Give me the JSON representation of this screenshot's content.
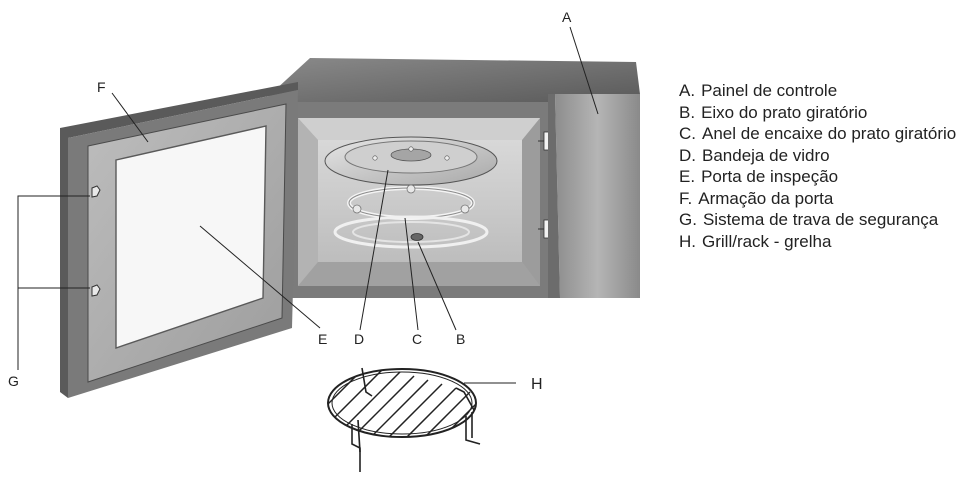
{
  "callouts": {
    "A": "A",
    "B": "B",
    "C": "C",
    "D": "D",
    "E": "E",
    "F": "F",
    "G": "G",
    "H": "H"
  },
  "legend": [
    {
      "letter": "A.",
      "text": "Painel de controle"
    },
    {
      "letter": "B.",
      "text": "Eixo do prato giratório"
    },
    {
      "letter": "C.",
      "text": "Anel de encaixe do prato giratório"
    },
    {
      "letter": "D.",
      "text": "Bandeja de vidro"
    },
    {
      "letter": "E.",
      "text": "Porta de inspeção"
    },
    {
      "letter": "F.",
      "text": "Armação da porta"
    },
    {
      "letter": "G.",
      "text": "Sistema de trava de segurança"
    },
    {
      "letter": "H.",
      "text": "Grill/rack - grelha"
    }
  ],
  "colors": {
    "body_dark": "#6e6e6e",
    "body_mid": "#9a9a9a",
    "body_light": "#d4d4d4",
    "cavity": "#c9c9c9",
    "line": "#222222"
  }
}
